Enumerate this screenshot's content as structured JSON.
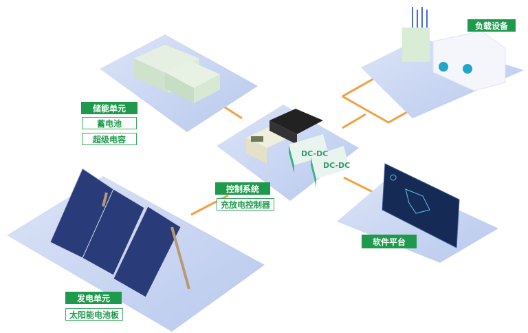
{
  "colors": {
    "accent": "#1e9a4c",
    "platform": "#c9d6f2",
    "connector": "#f0a040"
  },
  "load": {
    "title": "负载设备"
  },
  "storage": {
    "title": "储能单元",
    "items": [
      "蓄电池",
      "超级电容"
    ]
  },
  "control": {
    "title": "控制系统",
    "items": [
      "充放电控制器"
    ],
    "module_label": "DC-DC"
  },
  "software": {
    "title": "软件平台"
  },
  "generation": {
    "title": "发电单元",
    "items": [
      "太阳能电池板"
    ]
  }
}
